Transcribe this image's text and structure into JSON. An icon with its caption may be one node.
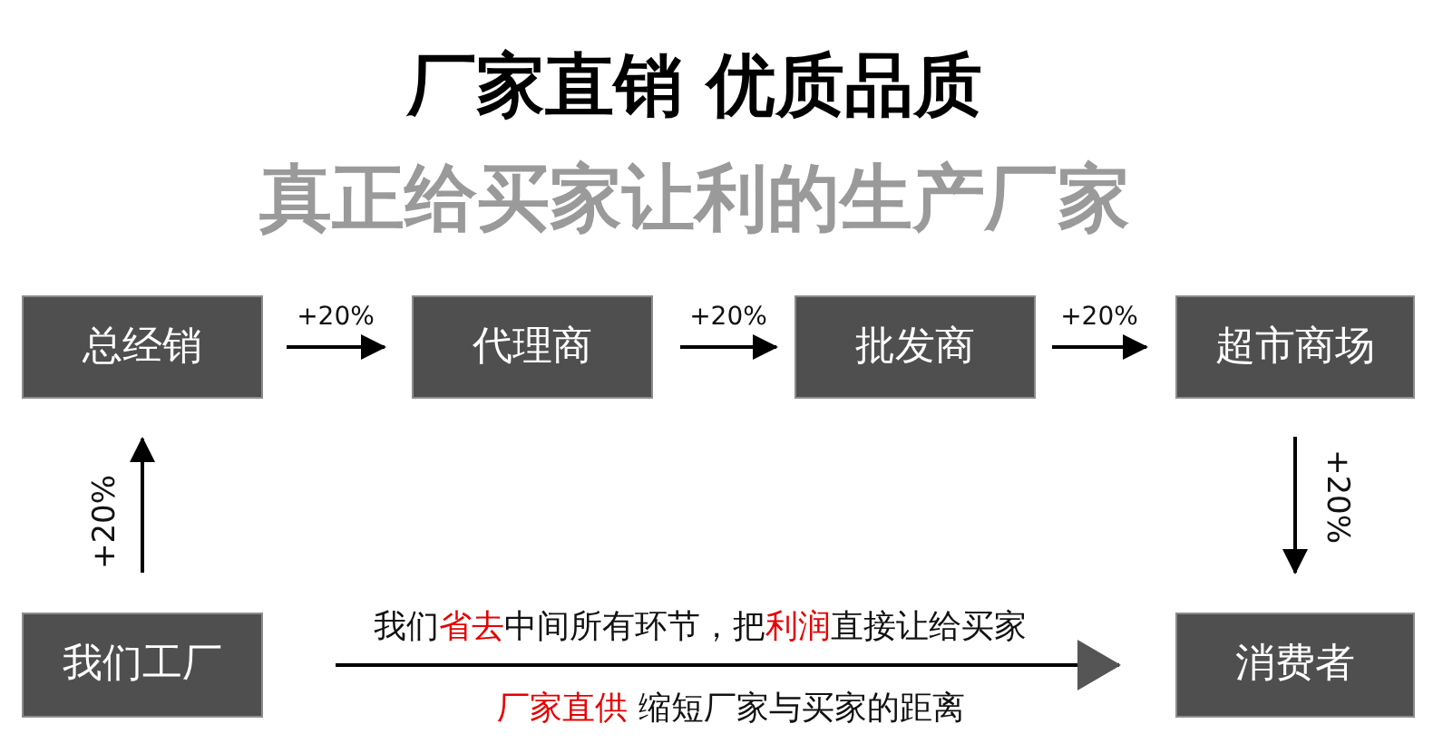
{
  "diagram": {
    "title": "厂家直销 优质品质",
    "nodes": [
      {
        "text": [
          "总经销"
        ]
      },
      {
        "text": [
          "代理商"
        ]
      },
      {
        "text": [
          "批发商"
        ]
      },
      {
        "text": [
          "超市商场"
        ]
      },
      {
        "text": [
          "我们工厂"
        ]
      },
      {
        "text": [
          "消费者"
        ]
      }
    ],
    "edges": [
      {
        "from": 0,
        "to": 1,
        "arrow": "to",
        "label": "+20%"
      },
      {
        "from": 1,
        "to": 2,
        "arrow": "to",
        "label": "+20%"
      },
      {
        "from": 2,
        "to": 3,
        "arrow": "to",
        "label": "+20%"
      },
      {
        "from": 3,
        "to": 5,
        "arrow": "to",
        "label": "+20%"
      },
      {
        "from": 4,
        "to": 0,
        "arrow": "to",
        "label": "+20%"
      },
      {
        "from": 4,
        "to": 5,
        "arrow": "to",
        "label": "我们**省去**中间所有环节，把**利润**直接让给买家"
      }
    ],
    "labels": [
      "真正给买家让利的生产厂家",
      "**厂家直供** 缩短厂家与买家的距离"
    ]
  }
}
